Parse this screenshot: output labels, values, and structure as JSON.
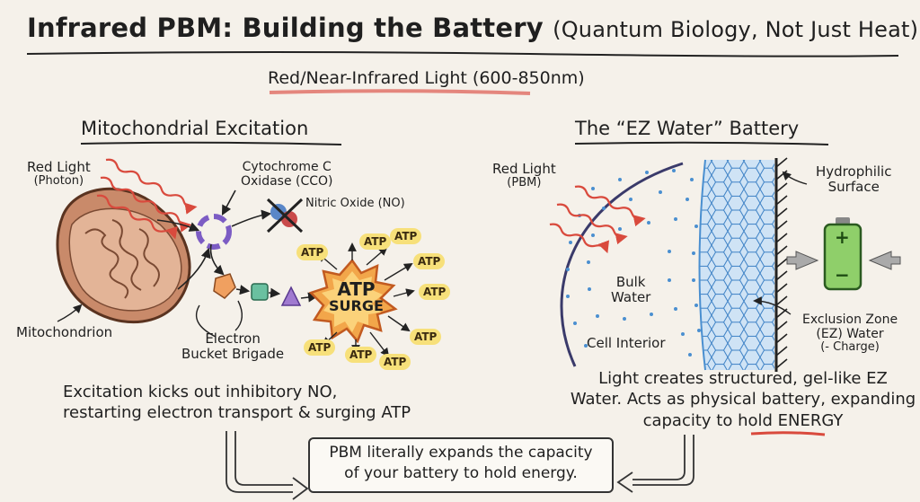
{
  "title": {
    "main": "Infrared PBM: Building the Battery",
    "paren": "(Quantum Biology, Not Just Heat)"
  },
  "subtitle": "Red/Near-Infrared Light (600-850nm)",
  "left": {
    "heading": "Mitochondrial Excitation",
    "red_light": "Red Light",
    "photon": "(Photon)",
    "cco_line1": "Cytochrome C",
    "cco_line2": "Oxidase (CCO)",
    "nitric_oxide": "Nitric Oxide (NO)",
    "mitochondrion": "Mitochondrion",
    "electron_line1": "Electron",
    "electron_line2": "Bucket Brigade",
    "surge_line1": "ATP",
    "surge_line2": "SURGE",
    "atp_label": "ATP",
    "caption_line1": "Excitation kicks out inhibitory NO,",
    "caption_line2": "restarting electron transport & surging ATP"
  },
  "right": {
    "heading": "The “EZ Water” Battery",
    "red_light": "Red Light",
    "pbm": "(PBM)",
    "hydrophilic_line1": "Hydrophilic",
    "hydrophilic_line2": "Surface",
    "bulk_line1": "Bulk",
    "bulk_line2": "Water",
    "cell_interior": "Cell Interior",
    "ez_line1": "Exclusion Zone",
    "ez_line2": "(EZ) Water",
    "ez_line3": "(- Charge)",
    "battery_plus": "+",
    "battery_minus": "−",
    "caption_line1": "Light creates structured, gel-like EZ",
    "caption_line2": "Water. Acts as physical battery, expanding",
    "caption_line3_pre": "capacity to hold",
    "caption_line3_energy": "ENERGY"
  },
  "summary": {
    "line1": "PBM literally expands the capacity",
    "line2": "of your battery to hold energy."
  },
  "colors": {
    "red_wave": "#d94a3d",
    "mito_fill": "#c98a6a",
    "ez_blue": "#4a8fd0",
    "atp_yellow": "#f7e07a",
    "surge_orange": "#f2a64a",
    "battery_green": "#8fcf6a"
  }
}
